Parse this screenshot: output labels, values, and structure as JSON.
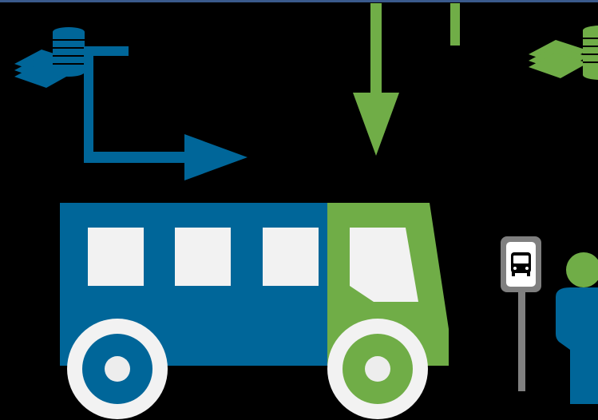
{
  "colors": {
    "background": "#000000",
    "blue": "#006699",
    "green": "#70AD47",
    "window": "#F2F2F2",
    "hub": "#EDEDED",
    "sign_frame": "#7F7F7F",
    "sign_pole": "#808080",
    "top_line": "#3A5A8C"
  },
  "elements": {
    "left_money": {
      "icon": "money-stack-icon",
      "color": "blue"
    },
    "right_money": {
      "icon": "money-stack-icon",
      "color": "green"
    },
    "blue_arrow": {
      "icon": "elbow-arrow-right-icon",
      "color": "blue"
    },
    "green_arrow": {
      "icon": "arrow-down-icon",
      "color": "green"
    },
    "bus": {
      "icon": "bus-icon",
      "body_color": "blue",
      "cab_color": "green"
    },
    "bus_stop": {
      "icon": "bus-stop-sign-icon"
    },
    "person": {
      "icon": "person-icon"
    }
  }
}
